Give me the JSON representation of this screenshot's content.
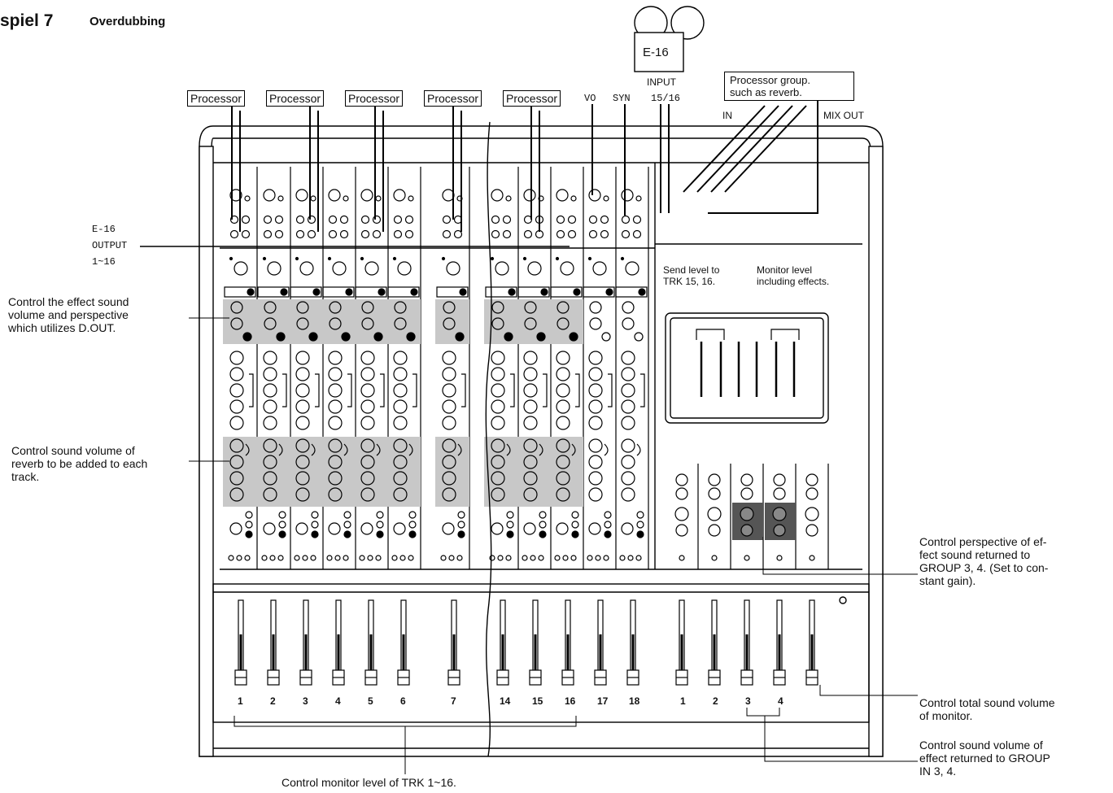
{
  "header": {
    "example": "spiel 7",
    "title": "Overdubbing"
  },
  "recorder": {
    "model": "E-16",
    "input_label": "INPUT",
    "input_tracks": "15/16"
  },
  "processors": [
    "Processor",
    "Processor",
    "Processor",
    "Processor",
    "Processor"
  ],
  "top_labels": {
    "vo": "VO",
    "syn": "SYN",
    "in": "IN",
    "mix_out": "MIX OUT"
  },
  "processor_group": [
    "Processor group.",
    "such as reverb."
  ],
  "output_label": [
    "E-16",
    "OUTPUT",
    "1~16"
  ],
  "panel_labels": {
    "send_level": [
      "Send level to",
      "TRK 15, 16."
    ],
    "monitor_level": [
      "Monitor level",
      "including effects."
    ]
  },
  "annotations": {
    "effect_dout": [
      "Control the effect sound",
      "volume and perspective",
      "which utilizes D.OUT."
    ],
    "reverb": [
      "Control sound volume of",
      "reverb to be added to each",
      "track."
    ],
    "perspective": [
      "Control perspective of ef-",
      "fect sound returned to",
      "GROUP 3, 4. (Set to con-",
      "stant gain)."
    ],
    "total_monitor": [
      "Control total sound volume",
      "of monitor."
    ],
    "group_return": [
      "Control sound volume of",
      "effect returned to GROUP",
      "IN 3, 4."
    ],
    "monitor_trk": "Control monitor level of TRK 1~16."
  },
  "channel_fader_numbers": [
    "1",
    "2",
    "3",
    "4",
    "5",
    "6",
    "7",
    "14",
    "15",
    "16",
    "17",
    "18"
  ],
  "group_fader_numbers": [
    "1",
    "2",
    "3",
    "4"
  ]
}
